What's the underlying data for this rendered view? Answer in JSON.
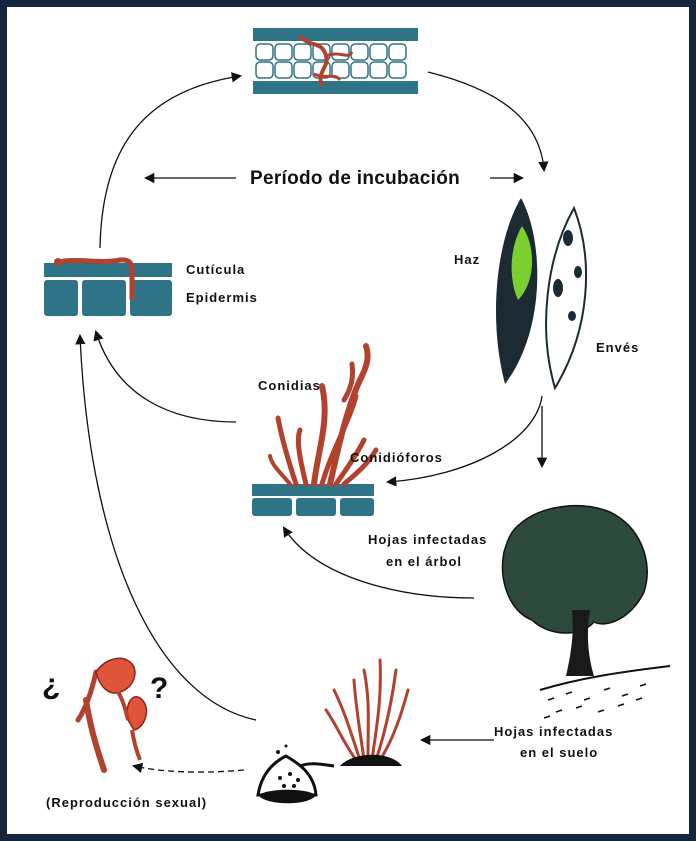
{
  "labels": {
    "incubation": "Período de incubación",
    "cuticula": "Cutícula",
    "epidermis": "Epidermis",
    "haz": "Haz",
    "enves": "Envés",
    "conidias": "Conidias",
    "conidioforos": "Conidióforos",
    "hojas_arbol_1": "Hojas infectadas",
    "hojas_arbol_2": "en el árbol",
    "hojas_suelo_1": "Hojas infectadas",
    "hojas_suelo_2": "en el suelo",
    "reproduccion": "(Reproducción sexual)",
    "q_open": "¿",
    "q_close": "?"
  },
  "colors": {
    "frame": "#14253e",
    "tissue": "#2f7386",
    "fungus": "#b2412e",
    "leaf_dark": "#1c2b33",
    "leaf_green": "#7bcf2e",
    "tree": "#2d4a3c"
  }
}
